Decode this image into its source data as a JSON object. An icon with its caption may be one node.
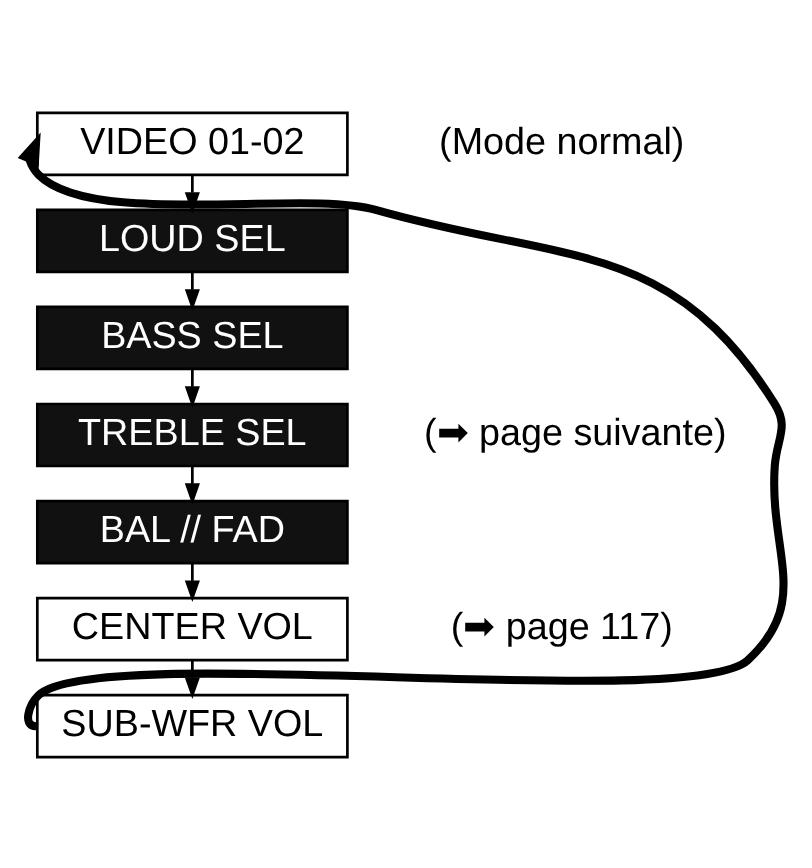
{
  "diagram": {
    "nodes": [
      {
        "text": [
          "VIDEO 01-02"
        ],
        "beside": [
          "(Mode normal)"
        ]
      },
      {
        "text": [
          "LOUD SEL"
        ]
      },
      {
        "text": [
          "BASS SEL"
        ]
      },
      {
        "text": [
          "TREBLE SEL"
        ]
      },
      {
        "text": [
          "BAL // FAD"
        ]
      },
      {
        "text": [
          "CENTER VOL"
        ]
      },
      {
        "text": [
          "SUB-WFR VOL"
        ]
      }
    ],
    "edges": [
      {
        "from": 0,
        "to": 1,
        "arrow": "to"
      },
      {
        "from": 1,
        "to": 2,
        "arrow": "to"
      },
      {
        "from": 2,
        "to": 3,
        "arrow": "to"
      },
      {
        "from": 3,
        "to": 4,
        "arrow": "to"
      },
      {
        "from": 4,
        "to": 5,
        "arrow": "to"
      },
      {
        "from": 5,
        "to": 6,
        "arrow": "to"
      },
      {
        "from": 6,
        "to": 0,
        "arrow": "to",
        "style": "thick"
      }
    ],
    "labels": [
      "(➡ page suivante)",
      "(➡ page 117)"
    ]
  }
}
